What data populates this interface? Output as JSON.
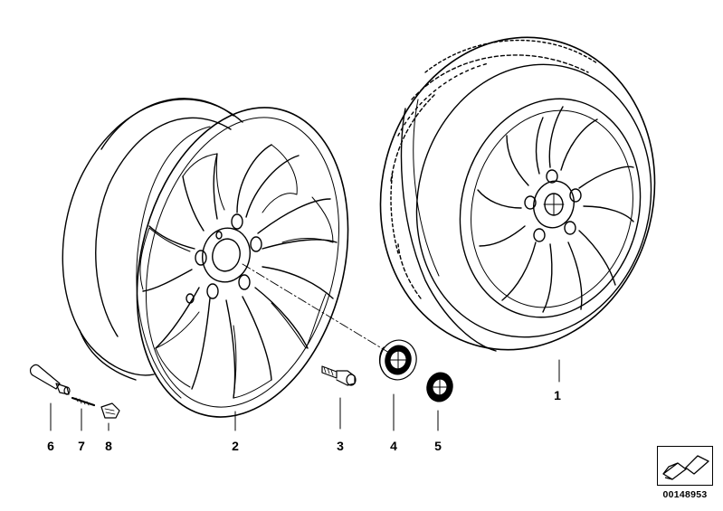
{
  "callouts": {
    "c1": "1",
    "c2": "2",
    "c3": "3",
    "c4": "4",
    "c5": "5",
    "c6": "6",
    "c7": "7",
    "c8": "8"
  },
  "reference_number": "00148953",
  "icons": {
    "reference_icon": "curved-arrow-icon"
  }
}
